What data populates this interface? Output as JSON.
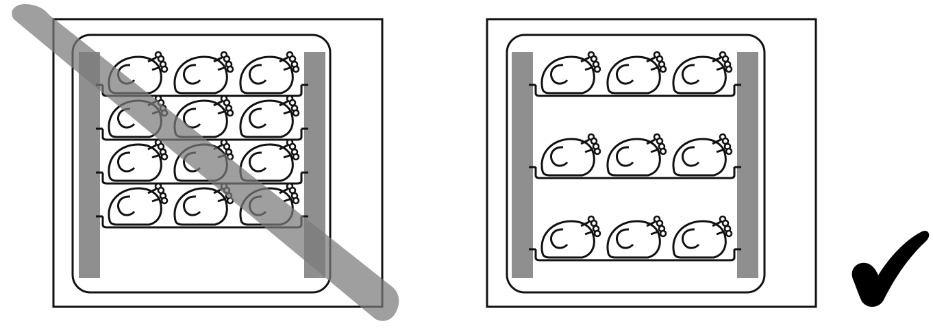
{
  "diagram": {
    "panels": [
      {
        "id": "incorrect",
        "verdict": "incorrect",
        "marker": "strike-through",
        "shelves": 4,
        "birds_per_shelf": 3
      },
      {
        "id": "correct",
        "verdict": "correct",
        "marker": "checkmark-icon",
        "shelves": 3,
        "birds_per_shelf": 3
      }
    ],
    "colors": {
      "outline": "#111111",
      "rail": "#8f8f8f",
      "strike": "#7a7a7a",
      "check": "#000000",
      "bird_fill": "#ffffff"
    }
  }
}
